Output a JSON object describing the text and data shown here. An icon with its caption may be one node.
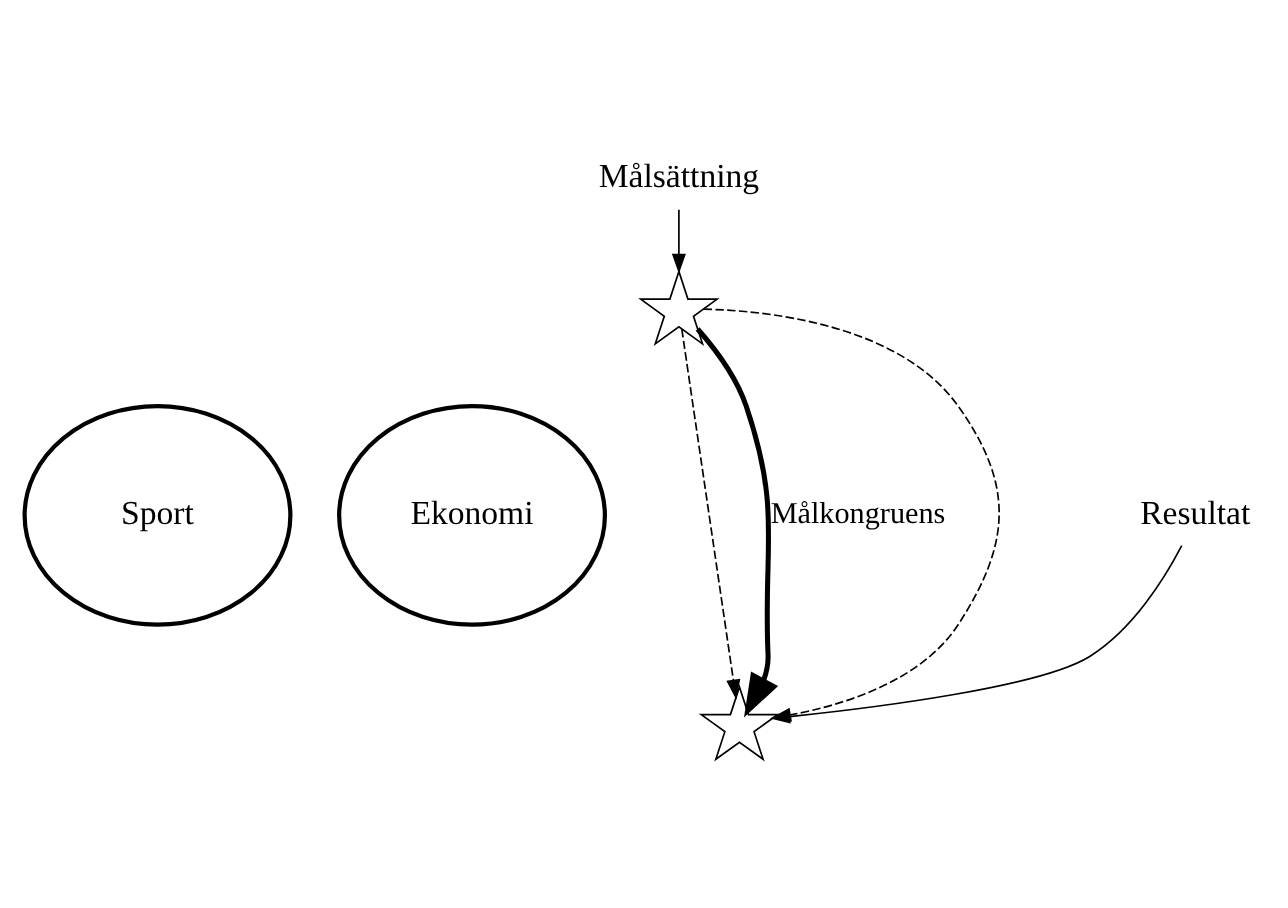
{
  "diagram": {
    "nodes": [
      {
        "text": [
          "Målsättning"
        ]
      },
      {
        "text": [],
        "shape": "star"
      },
      {
        "text": [
          "Sport"
        ]
      },
      {
        "text": [
          "Ekonomi"
        ]
      },
      {
        "text": [],
        "shape": "star"
      },
      {
        "text": [
          "Resultat"
        ]
      }
    ],
    "edges": [
      {
        "from": 0,
        "to": 1,
        "arrow": "to"
      },
      {
        "from": 1,
        "to": 4,
        "arrow": "to",
        "style": "dashed"
      },
      {
        "from": 1,
        "to": 4,
        "arrow": "to",
        "label": "Målkongruens",
        "style": "thick"
      },
      {
        "from": 1,
        "to": 4,
        "arrow": "to",
        "style": "dashed"
      },
      {
        "from": 5,
        "to": 4,
        "arrow": "to"
      }
    ]
  }
}
